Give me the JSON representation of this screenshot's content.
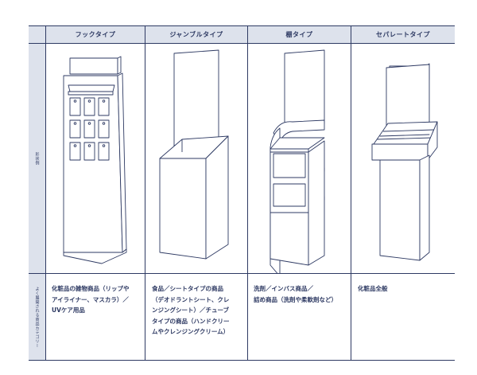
{
  "table": {
    "headers": [
      "フックタイプ",
      "ジャンブルタイプ",
      "棚タイプ",
      "セパレートタイプ"
    ],
    "row_labels": {
      "shape": "形状例",
      "category": "よく展開される商品カテゴリー"
    },
    "descriptions": [
      "化粧品の雑物商品（リップや\nアイライナー、マスカラ）／\nUVケア用品",
      "食品／シートタイプの商品\n（デオドラントシート、クレ\nンジングシート）／チューブ\nタイプの商品（ハンドクリー\nムやクレンジングクリーム）",
      "洗剤／インバス商品／\n詰め商品（洗剤や柔軟剤など）",
      "化粧品全般"
    ]
  },
  "colors": {
    "line": "#2e3a63",
    "header_bg": "#dde2ec"
  },
  "illustrations": [
    "hook-type-display",
    "jumble-type-display",
    "shelf-type-display",
    "separate-type-display"
  ]
}
